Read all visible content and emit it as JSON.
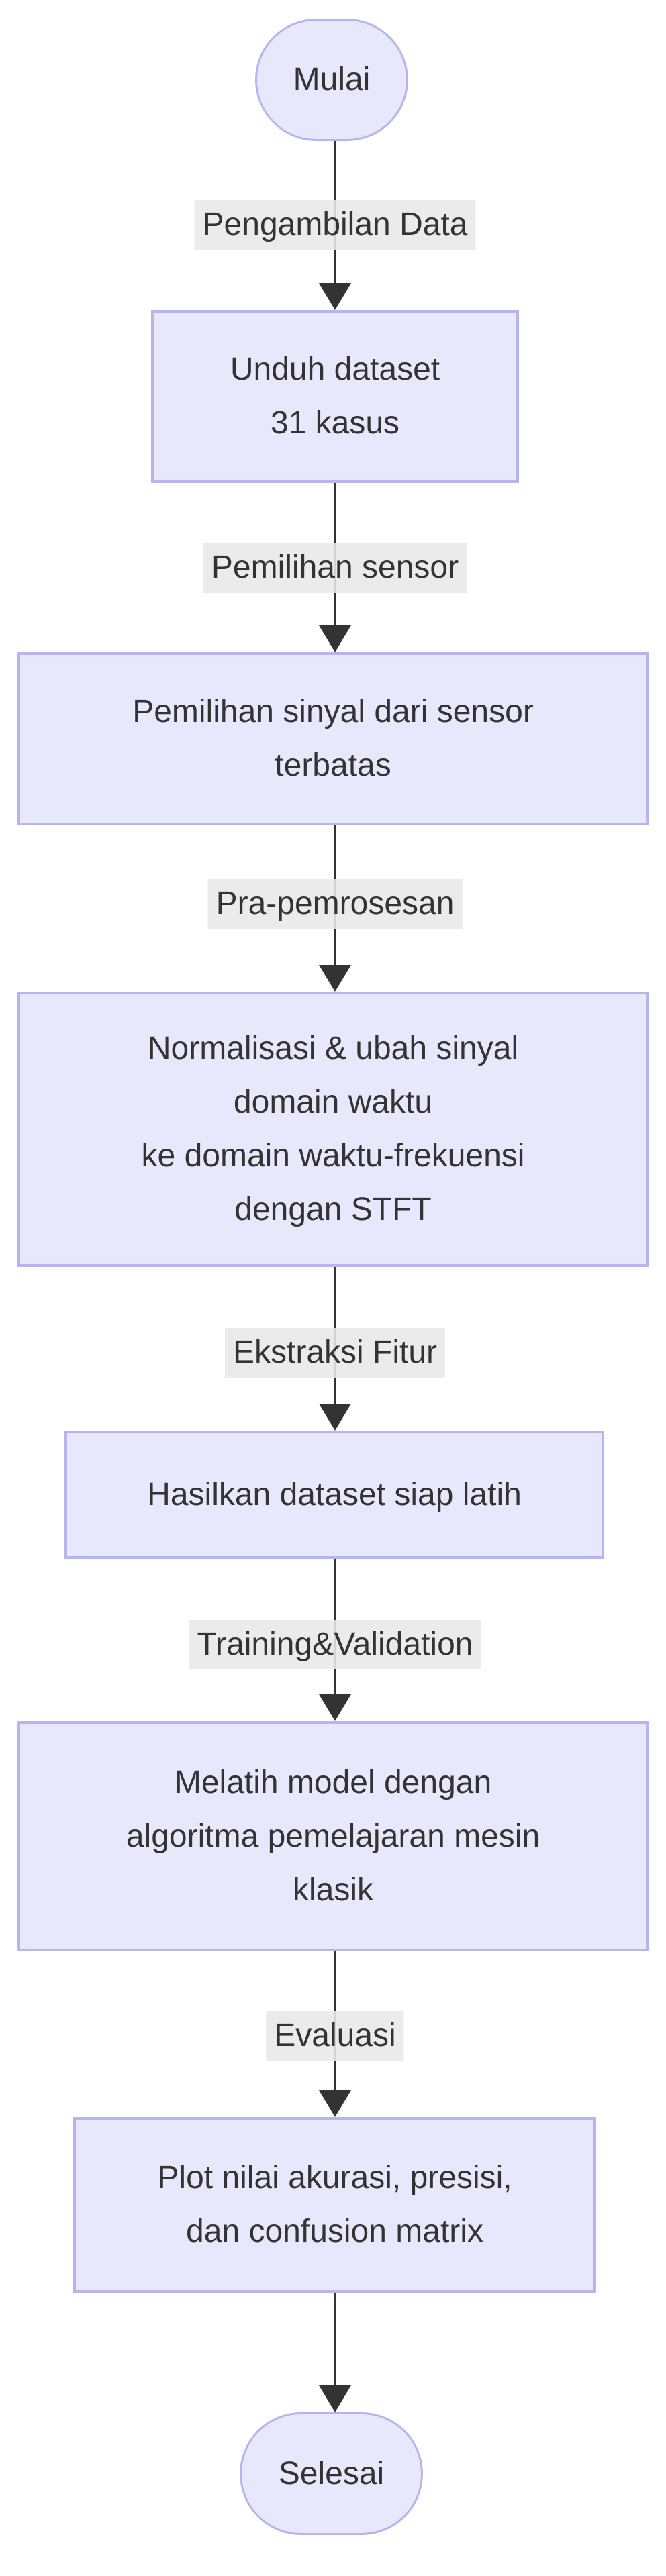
{
  "flow": {
    "type": "flowchart",
    "direction": "top-down",
    "colors": {
      "node_fill": "#e8e8fc",
      "node_border": "#b6b6ec",
      "edge_label_bg": "#e8e8e8",
      "line": "#333333",
      "text": "#333333",
      "background": "#ffffff"
    },
    "nodes": [
      {
        "id": "start",
        "shape": "stadium",
        "lines": [
          "Mulai"
        ]
      },
      {
        "id": "unduh",
        "shape": "rect",
        "lines": [
          "Unduh dataset",
          "31 kasus"
        ]
      },
      {
        "id": "pemilihan",
        "shape": "rect",
        "lines": [
          "Pemilihan sinyal dari sensor",
          "terbatas"
        ]
      },
      {
        "id": "normalisasi",
        "shape": "rect",
        "lines": [
          "Normalisasi & ubah sinyal",
          "domain waktu",
          "ke domain waktu-frekuensi",
          "dengan STFT"
        ]
      },
      {
        "id": "hasilkan",
        "shape": "rect",
        "lines": [
          "Hasilkan dataset siap latih"
        ]
      },
      {
        "id": "melatih",
        "shape": "rect",
        "lines": [
          "Melatih model dengan",
          "algoritma pemelajaran mesin",
          "klasik"
        ]
      },
      {
        "id": "plot",
        "shape": "rect",
        "lines": [
          "Plot nilai akurasi, presisi,",
          "dan confusion matrix"
        ]
      },
      {
        "id": "end",
        "shape": "stadium",
        "lines": [
          "Selesai"
        ]
      }
    ],
    "edges": [
      {
        "from": "start",
        "to": "unduh",
        "label": "Pengambilan Data"
      },
      {
        "from": "unduh",
        "to": "pemilihan",
        "label": "Pemilihan sensor"
      },
      {
        "from": "pemilihan",
        "to": "normalisasi",
        "label": "Pra-pemrosesan"
      },
      {
        "from": "normalisasi",
        "to": "hasilkan",
        "label": "Ekstraksi Fitur"
      },
      {
        "from": "hasilkan",
        "to": "melatih",
        "label": "Training&Validation"
      },
      {
        "from": "melatih",
        "to": "plot",
        "label": "Evaluasi"
      },
      {
        "from": "plot",
        "to": "end",
        "label": ""
      }
    ]
  }
}
